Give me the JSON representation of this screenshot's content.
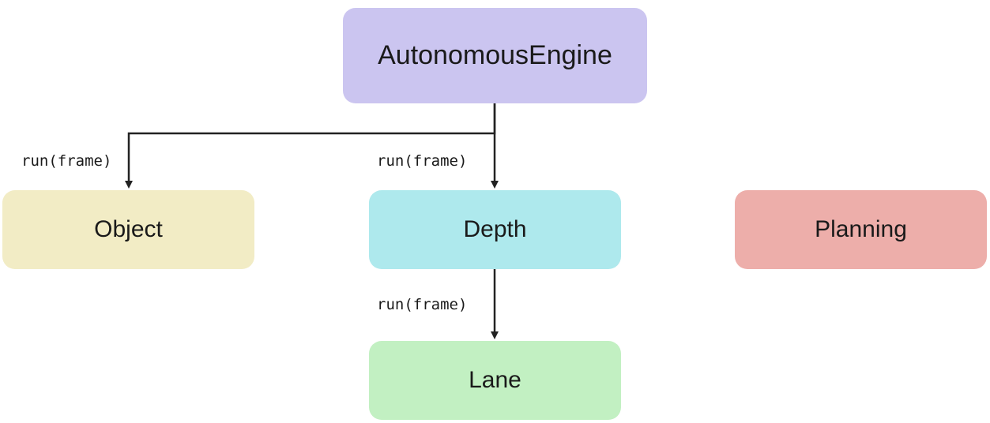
{
  "diagram": {
    "nodes": [
      {
        "id": "engine",
        "label": "AutonomousEngine",
        "color": "#cbc5f0"
      },
      {
        "id": "object",
        "label": "Object",
        "color": "#f2ecc5"
      },
      {
        "id": "depth",
        "label": "Depth",
        "color": "#aee9ed"
      },
      {
        "id": "planning",
        "label": "Planning",
        "color": "#edaeaa"
      },
      {
        "id": "lane",
        "label": "Lane",
        "color": "#c2f0c2"
      }
    ],
    "edges": [
      {
        "from": "engine",
        "to": "object",
        "label": "run(frame)"
      },
      {
        "from": "engine",
        "to": "depth",
        "label": "run(frame)"
      },
      {
        "from": "depth",
        "to": "lane",
        "label": "run(frame)"
      }
    ],
    "line_color": "#222222"
  }
}
